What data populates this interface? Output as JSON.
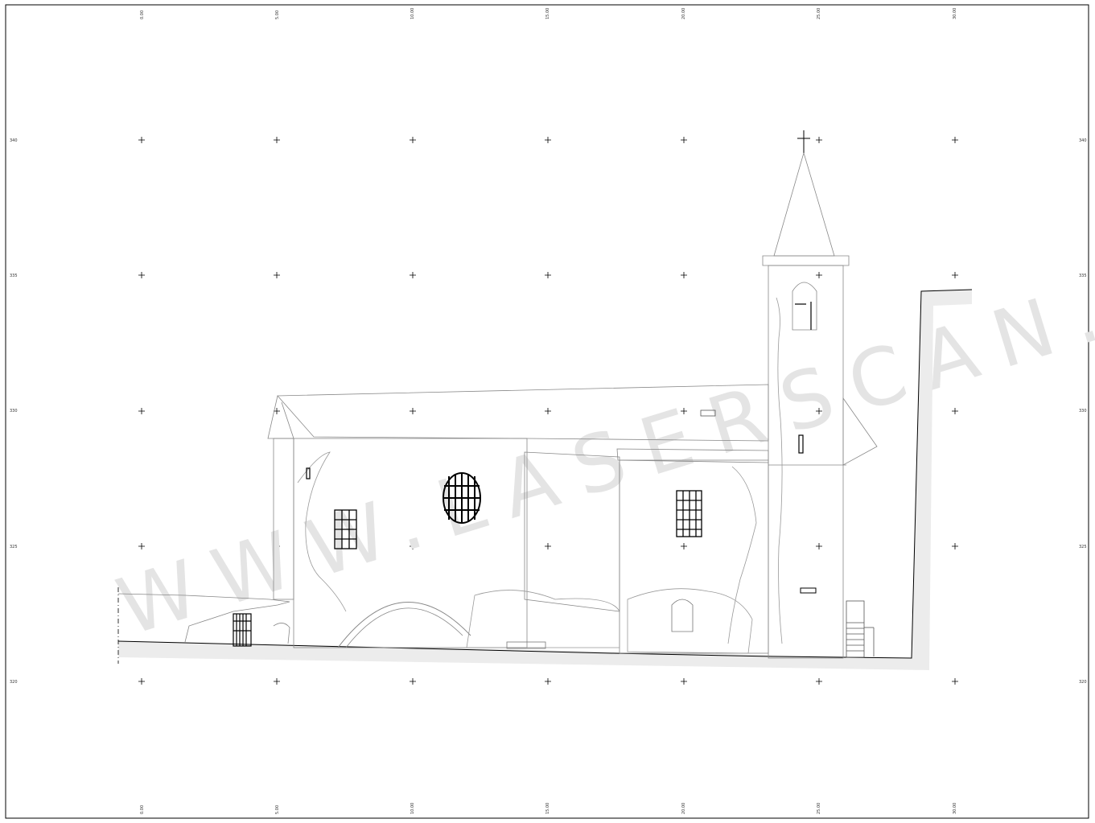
{
  "drawing": {
    "watermark": "WWW.LASERSCAN.IT",
    "plaque_text": "",
    "x_ticks": [
      "0.00",
      "5.00",
      "10.00",
      "15.00",
      "20.00",
      "25.00",
      "30.00"
    ],
    "y_ticks": [
      "340",
      "335",
      "330",
      "325",
      "320"
    ],
    "line_color": "#000000",
    "detail_color": "#888888",
    "watermark_color": "#e4e4e4"
  }
}
